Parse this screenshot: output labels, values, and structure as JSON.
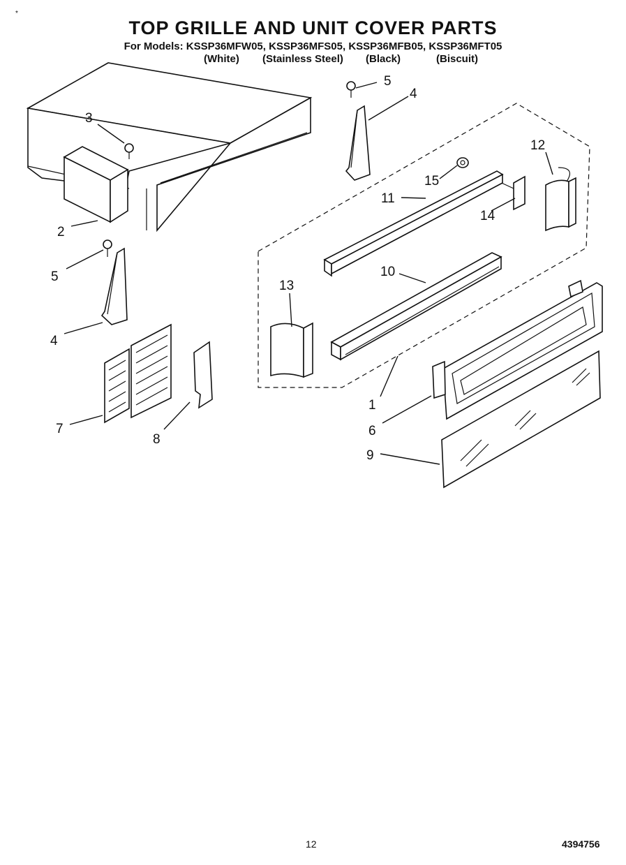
{
  "header": {
    "title": "TOP GRILLE AND UNIT COVER PARTS",
    "models_line": "For Models: KSSP36MFW05, KSSP36MFS05, KSSP36MFB05, KSSP36MFT05",
    "colors": [
      "(White)",
      "(Stainless Steel)",
      "(Black)",
      "(Biscuit)"
    ]
  },
  "callouts": [
    "1",
    "2",
    "3",
    "4",
    "4",
    "5",
    "5",
    "6",
    "7",
    "8",
    "9",
    "10",
    "11",
    "12",
    "13",
    "14",
    "15"
  ],
  "footer": {
    "page_number": "12",
    "document_number": "4394756",
    "corner_mark": "*"
  }
}
